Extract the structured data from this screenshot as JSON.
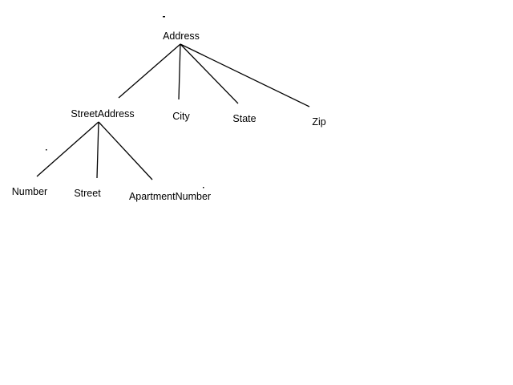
{
  "diagram": {
    "type": "tree",
    "root": "address",
    "nodes": {
      "address": {
        "label": "Address",
        "children": [
          "street_address",
          "city",
          "state",
          "zip"
        ]
      },
      "street_address": {
        "label": "StreetAddress",
        "children": [
          "number",
          "street",
          "apartment_number"
        ]
      },
      "city": {
        "label": "City",
        "children": []
      },
      "state": {
        "label": "State",
        "children": []
      },
      "zip": {
        "label": "Zip",
        "children": []
      },
      "number": {
        "label": "Number",
        "children": []
      },
      "street": {
        "label": "Street",
        "children": []
      },
      "apartment_number": {
        "label": "ApartmentNumber",
        "children": []
      }
    },
    "colors": {
      "lines": "#000000",
      "text": "#000000",
      "background": "#ffffff"
    }
  }
}
